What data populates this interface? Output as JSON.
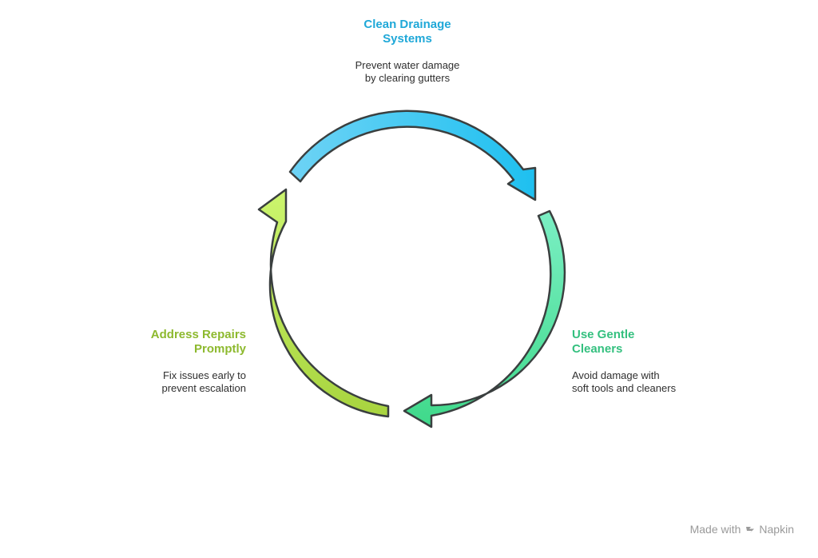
{
  "stages": [
    {
      "title_lines": [
        "Clean Drainage",
        "Systems"
      ],
      "desc_lines": [
        "Prevent water damage",
        "by clearing gutters"
      ],
      "color": "#1FA8D8"
    },
    {
      "title_lines": [
        "Use Gentle",
        "Cleaners"
      ],
      "desc_lines": [
        "Avoid damage with",
        "soft tools and cleaners"
      ],
      "color": "#34C07F"
    },
    {
      "title_lines": [
        "Address Repairs",
        "Promptly"
      ],
      "desc_lines": [
        "Fix issues early to",
        "prevent escalation"
      ],
      "color": "#8DB92E"
    }
  ],
  "arrow_colors": {
    "top": [
      "#6ED3F5",
      "#1EC0F0"
    ],
    "right": [
      "#7BEFC4",
      "#3FD98A"
    ],
    "left": [
      "#A8D43F",
      "#CCF56E"
    ]
  },
  "outline_color": "#3A3F3F",
  "footer": {
    "made_with": "Made with",
    "brand": "Napkin"
  }
}
